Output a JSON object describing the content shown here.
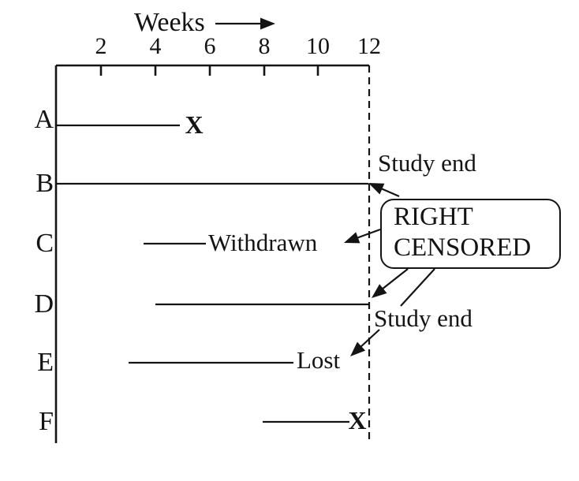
{
  "figure": {
    "background": "#ffffff",
    "ink": "#141414",
    "axis": {
      "title": "Weeks",
      "ticks": [
        "2",
        "4",
        "6",
        "8",
        "10",
        "12"
      ]
    },
    "rows": [
      {
        "label": "A",
        "marker": "X"
      },
      {
        "label": "B",
        "marker": ""
      },
      {
        "label": "C",
        "marker": ""
      },
      {
        "label": "D",
        "marker": ""
      },
      {
        "label": "E",
        "marker": ""
      },
      {
        "label": "F",
        "marker": "X"
      }
    ],
    "labels": {
      "study_end_top": "Study end",
      "withdrawn": "Withdrawn",
      "study_end_bottom": "Study end",
      "lost": "Lost"
    },
    "callout": {
      "line1": "RIGHT",
      "line2": "CENSORED"
    }
  },
  "chart_data": {
    "type": "bar",
    "variant": "horizontal-timeline (survival follow-up)",
    "title": "Weeks",
    "xlabel": "Weeks",
    "xlim": [
      0,
      12
    ],
    "x_ticks": [
      2,
      4,
      6,
      8,
      10,
      12
    ],
    "x_axis_position": "top",
    "x_axis_arrow": true,
    "dashed_reference_line_x": 12,
    "grid": false,
    "legend_position": "none",
    "categories": [
      "A",
      "B",
      "C",
      "D",
      "E",
      "F"
    ],
    "series": [
      {
        "name": "A",
        "start_week": 0,
        "end_week": 4.9,
        "outcome": "event",
        "end_label": "X"
      },
      {
        "name": "B",
        "start_week": 0,
        "end_week": 12,
        "outcome": "right-censored",
        "end_label": "Study end"
      },
      {
        "name": "C",
        "start_week": 3.6,
        "end_week": 5.9,
        "outcome": "right-censored",
        "end_label": "Withdrawn"
      },
      {
        "name": "D",
        "start_week": 4.0,
        "end_week": 12,
        "outcome": "right-censored",
        "end_label": "Study end"
      },
      {
        "name": "E",
        "start_week": 3.0,
        "end_week": 9.2,
        "outcome": "right-censored",
        "end_label": "Lost"
      },
      {
        "name": "F",
        "start_week": 8.0,
        "end_week": 11.3,
        "outcome": "event",
        "end_label": "X"
      }
    ],
    "annotations": [
      "Study end",
      "Withdrawn",
      "Study end",
      "Lost"
    ],
    "callout": "RIGHT CENSORED"
  }
}
